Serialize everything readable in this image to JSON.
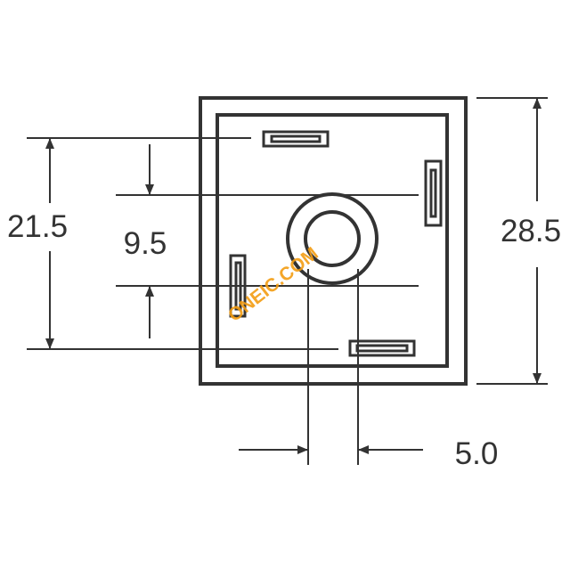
{
  "drawing": {
    "colors": {
      "line": "#333333",
      "background": "#ffffff",
      "watermark": "#f39c12"
    },
    "dimensions": {
      "overall_height": "28.5",
      "terminal_span": "21.5",
      "hole_span": "9.5",
      "hole_offset": "5.0"
    },
    "watermark": "ONEIC.COM"
  }
}
